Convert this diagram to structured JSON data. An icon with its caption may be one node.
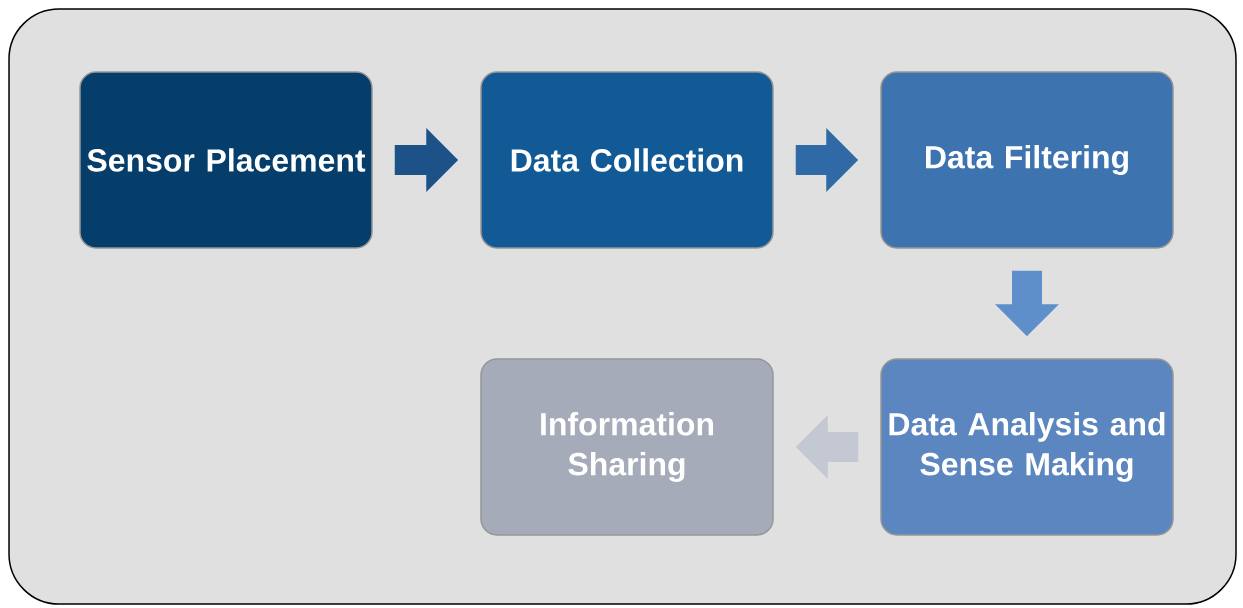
{
  "diagram": {
    "nodes": [
      {
        "text": [
          "Sensor Placement"
        ]
      },
      {
        "text": [
          "Data Collection"
        ]
      },
      {
        "text": [
          "Data Filtering"
        ]
      },
      {
        "text": [
          "Data Analysis and Sense Making"
        ]
      },
      {
        "text": [
          "Information Sharing"
        ]
      }
    ],
    "edges": [
      {
        "from": 0,
        "to": 1,
        "arrow": "to",
        "color": "#1d5288"
      },
      {
        "from": 1,
        "to": 2,
        "arrow": "to",
        "color": "#2f6aa6"
      },
      {
        "from": 2,
        "to": 3,
        "arrow": "to",
        "color": "#5f8fca"
      },
      {
        "from": 3,
        "to": 4,
        "arrow": "to",
        "color": "#c3c8d2"
      }
    ]
  }
}
